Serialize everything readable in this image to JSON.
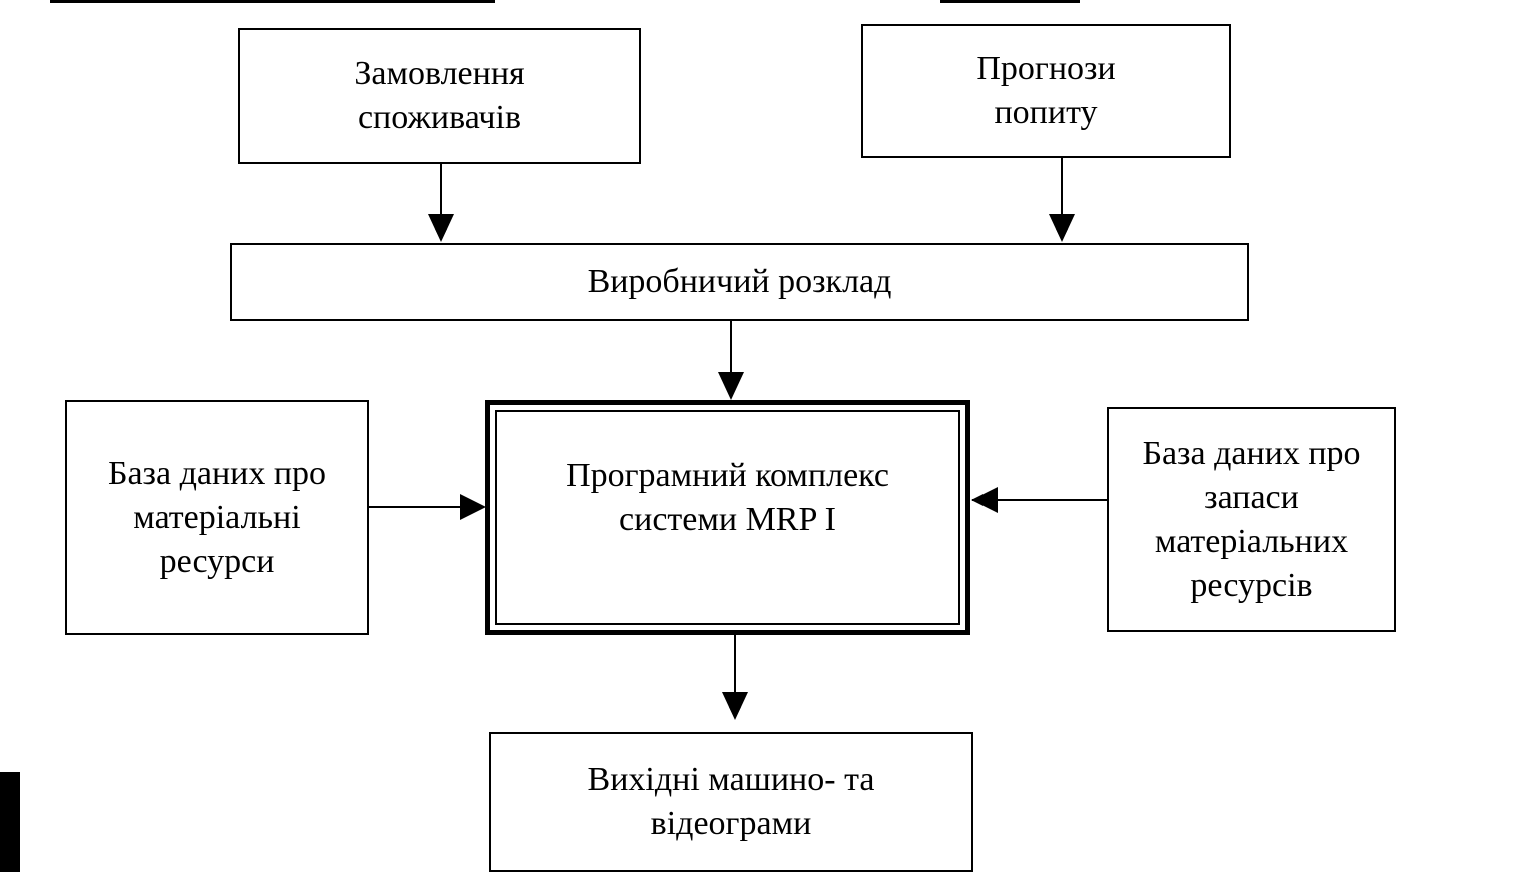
{
  "diagram": {
    "nodes": {
      "customer_orders": "Замовлення\nспоживачів",
      "demand_forecasts": "Прогнози\nпопиту",
      "production_schedule": "Виробничий розклад",
      "material_resources_db": "База даних про\nматеріальні\nресурси",
      "mrp_software": "Програмний комплекс\nсистеми MRP I",
      "inventory_db": "База даних про\nзапаси\nматеріальних\nресурсів",
      "outputs": "Вихідні машино- та\nвідеограми"
    },
    "edges": [
      {
        "from": "customer_orders",
        "to": "production_schedule"
      },
      {
        "from": "demand_forecasts",
        "to": "production_schedule"
      },
      {
        "from": "production_schedule",
        "to": "mrp_software"
      },
      {
        "from": "material_resources_db",
        "to": "mrp_software"
      },
      {
        "from": "inventory_db",
        "to": "mrp_software"
      },
      {
        "from": "mrp_software",
        "to": "outputs"
      }
    ]
  }
}
